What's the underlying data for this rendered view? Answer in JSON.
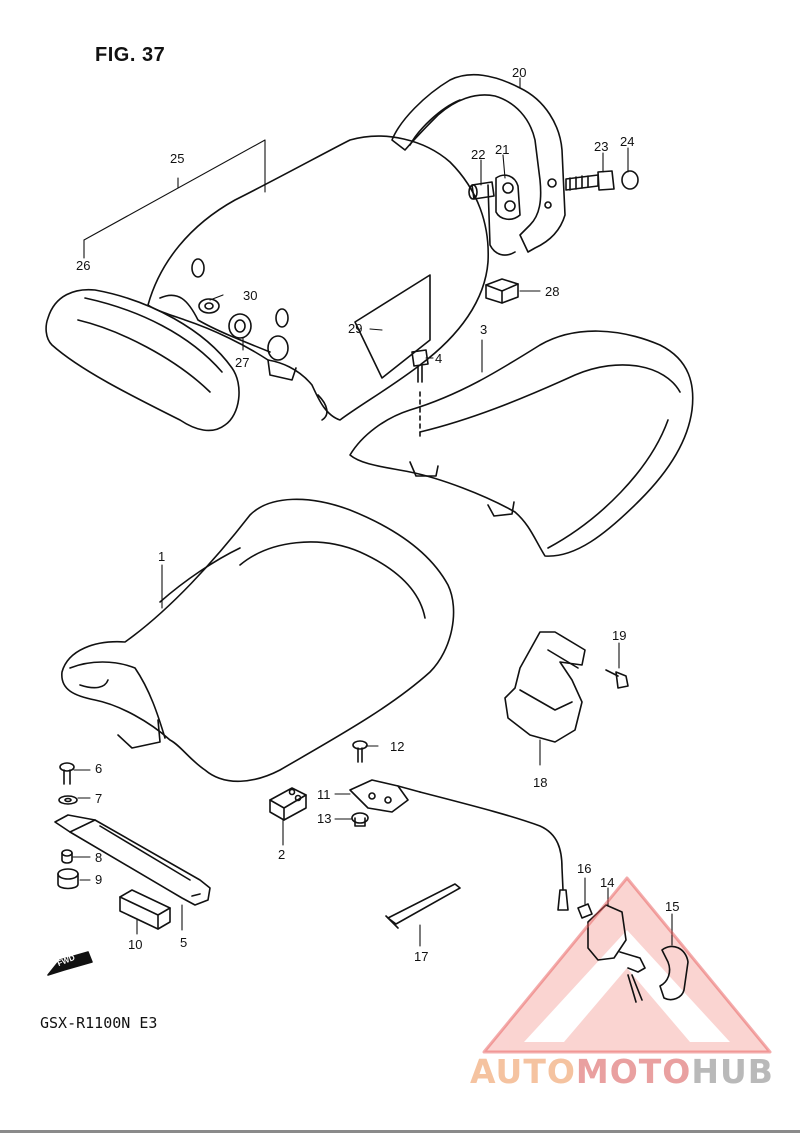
{
  "figure": {
    "title": "FIG. 37",
    "model": "GSX-R1100N E3",
    "fwd_label": "FWD"
  },
  "callouts": [
    {
      "id": "p1",
      "label": "1"
    },
    {
      "id": "p2",
      "label": "2"
    },
    {
      "id": "p3",
      "label": "3"
    },
    {
      "id": "p4",
      "label": "4"
    },
    {
      "id": "p5",
      "label": "5"
    },
    {
      "id": "p6",
      "label": "6"
    },
    {
      "id": "p7",
      "label": "7"
    },
    {
      "id": "p8",
      "label": "8"
    },
    {
      "id": "p9",
      "label": "9"
    },
    {
      "id": "p10",
      "label": "10"
    },
    {
      "id": "p11",
      "label": "11"
    },
    {
      "id": "p12",
      "label": "12"
    },
    {
      "id": "p13",
      "label": "13"
    },
    {
      "id": "p14",
      "label": "14"
    },
    {
      "id": "p15",
      "label": "15"
    },
    {
      "id": "p16",
      "label": "16"
    },
    {
      "id": "p17",
      "label": "17"
    },
    {
      "id": "p18",
      "label": "18"
    },
    {
      "id": "p19",
      "label": "19"
    },
    {
      "id": "p20",
      "label": "20"
    },
    {
      "id": "p21",
      "label": "21"
    },
    {
      "id": "p22",
      "label": "22"
    },
    {
      "id": "p23",
      "label": "23"
    },
    {
      "id": "p24",
      "label": "24"
    },
    {
      "id": "p25",
      "label": "25"
    },
    {
      "id": "p26",
      "label": "26"
    },
    {
      "id": "p27",
      "label": "27"
    },
    {
      "id": "p28",
      "label": "28"
    },
    {
      "id": "p29",
      "label": "29"
    },
    {
      "id": "p30",
      "label": "30"
    }
  ],
  "watermark": {
    "part1": "AUTO",
    "part2": "MOTO",
    "part3": "HUB",
    "colors": {
      "auto": "#f5c3a0",
      "moto": "#e9a0a0",
      "hub": "#b9b9b9",
      "triangle": "#e85a5a"
    }
  }
}
